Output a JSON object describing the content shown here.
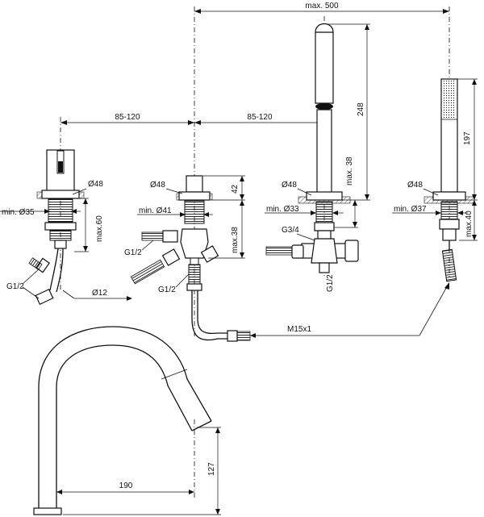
{
  "labels": {
    "max500": "max. 500",
    "d85_120_a": "85-120",
    "d85_120_b": "85-120",
    "d248": "248",
    "d197": "197",
    "max38_top": "max. 38",
    "d42": "42",
    "dia48_a": "Ø48",
    "dia48_b": "Ø48",
    "dia48_c": "Ø48",
    "dia48_d": "Ø48",
    "min35": "min. Ø35",
    "min41": "min. Ø41",
    "min33": "min. Ø33",
    "min37": "min. Ø37",
    "max60": "max.60",
    "max38_mid": "max.38",
    "max40": "max.40",
    "g12_a": "G1/2",
    "g12_b": "G1/2",
    "g12_c": "G1/2",
    "g12_d": "G1/2",
    "g34": "G3/4",
    "dia12": "Ø12",
    "m15x1": "M15x1",
    "d190": "190",
    "d127": "127"
  }
}
